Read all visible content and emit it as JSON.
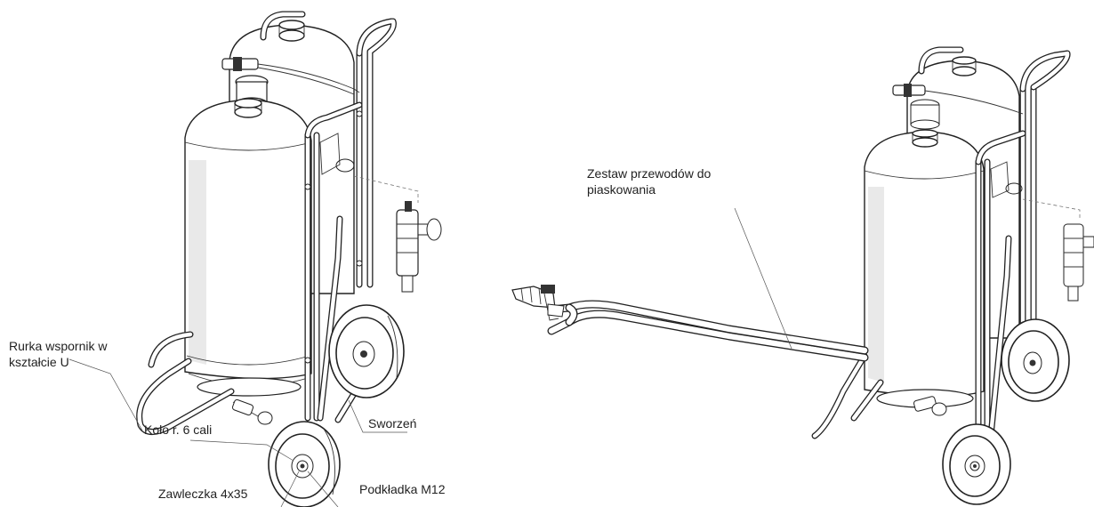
{
  "labels": {
    "u_tube_line1": "Rurka wspornik w",
    "u_tube_line2": "kształcie U",
    "wheel": "Koło r. 6 cali",
    "pin": "Sworzeń",
    "split_pin": "Zawleczka 4x35",
    "washer": "Podkładka M12",
    "hose_set_line1": "Zestaw przewodów do",
    "hose_set_line2": "piaskowania"
  }
}
